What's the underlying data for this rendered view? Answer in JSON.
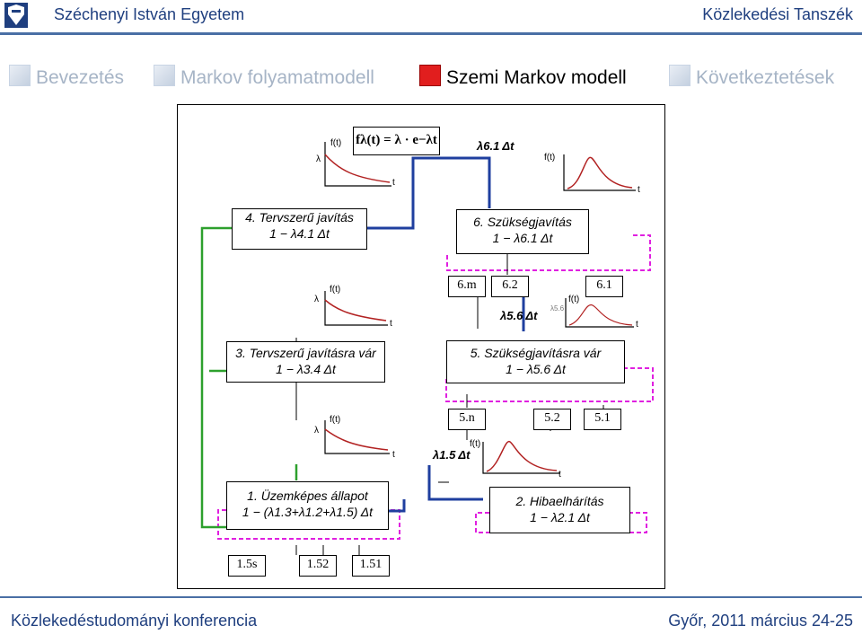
{
  "header": {
    "left": "Széchenyi István Egyetem",
    "right": "Közlekedési Tanszék"
  },
  "tabs": [
    {
      "label": "Bevezetés",
      "active": false
    },
    {
      "label": "Markov folyamatmodell",
      "active": false
    },
    {
      "label": "Szemi Markov modell",
      "active": true
    },
    {
      "label": "Következtetések",
      "active": false
    }
  ],
  "formula": "fλ(t) = λ · e−λt",
  "axis": {
    "f": "f(t)",
    "t": "t",
    "lambda": "λ",
    "lambda_small": "λ5.6"
  },
  "rates": {
    "r61": "λ6.1 Δt",
    "r56": "λ5.6 Δt",
    "r15": "λ1.5 Δt"
  },
  "nodes": {
    "n4": {
      "title": "4. Tervszerű javítás",
      "rate": "1 − λ4.1 Δt"
    },
    "n6": {
      "title": "6. Szükségjavítás",
      "rate": "1 − λ6.1 Δt"
    },
    "n3": {
      "title": "3. Tervszerű javításra vár",
      "rate": "1 − λ3.4 Δt"
    },
    "n5": {
      "title": "5. Szükségjavításra vár",
      "rate": "1 − λ5.6 Δt"
    },
    "n1": {
      "title": "1. Üzemképes állapot",
      "rate": "1 − (λ1.3+λ1.2+λ1.5) Δt"
    },
    "n2": {
      "title": "2. Hibaelhárítás",
      "rate": "1 − λ2.1 Δt"
    }
  },
  "substates": {
    "s6m": "6.m",
    "s62": "6.2",
    "s61": "6.1",
    "s5n": "5.n",
    "s52": "5.2",
    "s51": "5.1",
    "s15s": "1.5s",
    "s152": "1.52",
    "s151": "1.51"
  },
  "colors": {
    "pink": "#E020E0",
    "green": "#2DA02D",
    "blue": "#1F3F9F",
    "red": "#E11E1E"
  },
  "footer": {
    "left": "Közlekedéstudományi konferencia",
    "right": "Győr, 2011 március 24-25"
  }
}
